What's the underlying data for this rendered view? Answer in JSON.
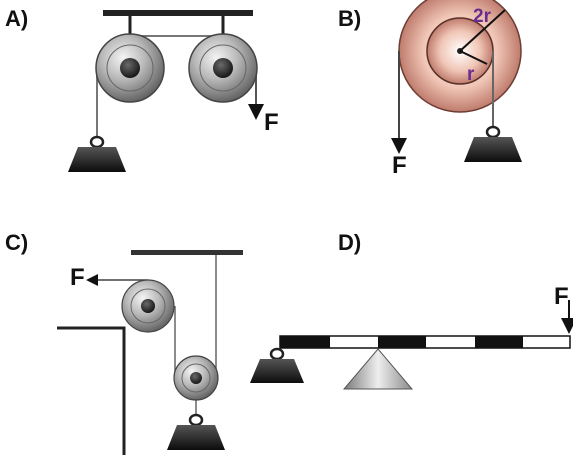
{
  "panels": {
    "a": {
      "label": "A)",
      "force": "F"
    },
    "b": {
      "label": "B)",
      "force": "F",
      "outer_radius": "2r",
      "inner_radius": "r"
    },
    "c": {
      "label": "C)",
      "force": "F"
    },
    "d": {
      "label": "D)",
      "force": "F"
    }
  }
}
